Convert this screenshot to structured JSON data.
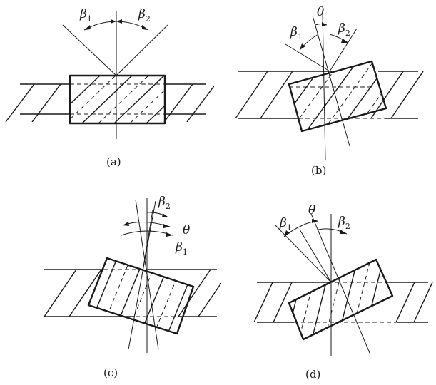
{
  "panels": [
    {
      "caption": "(a)",
      "labels": {
        "beta1": "β",
        "beta1_sub": "1",
        "beta2": "β",
        "beta2_sub": "2"
      }
    },
    {
      "caption": "(b)",
      "labels": {
        "theta": "θ",
        "beta1": "β",
        "beta1_sub": "1",
        "beta2": "β",
        "beta2_sub": "2"
      }
    },
    {
      "caption": "(c)",
      "labels": {
        "theta": "θ",
        "beta1": "β",
        "beta1_sub": "1",
        "beta2": "β",
        "beta2_sub": "2"
      }
    },
    {
      "caption": "(d)",
      "labels": {
        "theta": "θ",
        "beta1": "β",
        "beta1_sub": "1",
        "beta2": "β",
        "beta2_sub": "2"
      }
    }
  ]
}
